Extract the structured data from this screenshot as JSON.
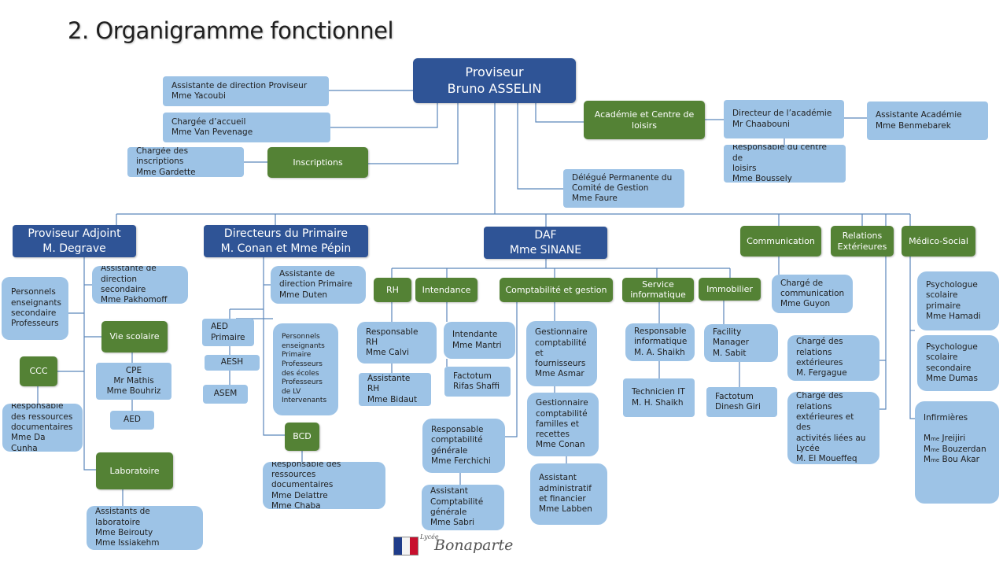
{
  "title": "2. Organigramme fonctionnel",
  "colors": {
    "header": "#2f5496",
    "service": "#548235",
    "person": "#9dc3e6",
    "line": "#5b86ba"
  },
  "boxes": {
    "proviseur": "Proviseur\nBruno ASSELIN",
    "assistante_proviseur": "Assistante de direction Proviseur\nMme Yacoubi",
    "accueil": "Chargée d’accueil\nMme Van Pevenage",
    "inscriptions_person": "Chargée des inscriptions\nMme Gardette",
    "inscriptions": "Inscriptions",
    "academie": "Académie et Centre de\nloisirs",
    "directeur_academie": "Directeur de l’académie\nMr Chaabouni",
    "assistante_academie": "Assistante Académie\nMme Benmebarek",
    "centre_loisirs": "Responsable du centre de\nloisirs\nMme Boussely",
    "delegue": "Délégué Permanente du\nComité de Gestion\nMme Faure",
    "proviseur_adjoint": "Proviseur Adjoint\nM. Degrave",
    "directeurs_primaire": "Directeurs du Primaire\nM. Conan et Mme Pépin",
    "daf": "DAF\nMme SINANE",
    "communication": "Communication",
    "relations_exterieures": "Relations\nExtérieures",
    "medico_social": "Médico-Social",
    "assistante_secondaire": "Assistante de\ndirection secondaire\nMme Pakhomoff",
    "personnels_secondaire": "Personnels\nenseignants\nsecondaire\nProfesseurs",
    "vie_scolaire": "Vie scolaire",
    "ccc": "CCC",
    "cpe": "CPE\nMr Mathis\nMme Bouhriz",
    "aed": "AED",
    "documentaliste_secondaire": "Responsable\ndes ressources\ndocumentaires\nMme Da Cunha",
    "laboratoire": "Laboratoire",
    "assistants_laboratoire": "Assistants de laboratoire\nMme Beirouty\nMme Issiakehm",
    "assistante_primaire": "Assistante de\ndirection Primaire\nMme Duten",
    "aed_primaire": "AED\nPrimaire",
    "aesh": "AESH",
    "asem": "ASEM",
    "personnels_primaire": "Personnels\nenseignants\nPrimaire\nProfesseurs\ndes écoles\nProfesseurs\nde LV\nIntervenants",
    "bcd": "BCD",
    "documentaliste_primaire": "Responsable  des\nressources documentaires\nMme Delattre\nMme Chaba",
    "rh": "RH",
    "intendance": "Intendance",
    "comptabilite": "Comptabilité et gestion",
    "service_informatique": "Service\ninformatique",
    "immobilier": "Immobilier",
    "responsable_rh": "Responsable\nRH\nMme Calvi",
    "assistante_rh": "Assistante RH\nMme Bidaut",
    "intendante": "Intendante\nMme Mantri",
    "factotum_intendance": "Factotum\nRifas Shaffi",
    "gestionnaire_fournisseurs": "Gestionnaire\ncomptabilité\net\nfournisseurs\nMme Asmar",
    "gestionnaire_familles": "Gestionnaire\ncomptabilité\nfamilles et\nrecettes\nMme Conan",
    "responsable_compta": "Responsable\ncomptabilité\ngénérale\nMme Ferchichi",
    "assistant_compta": "Assistant\nComptabilité\ngénérale\nMme Sabri",
    "assistant_admin": "Assistant\nadministratif\net financier\nMme Labben",
    "responsable_informatique": "Responsable\ninformatique\nM. A. Shaikh",
    "technicien": "Technicien IT\nM. H. Shaikh",
    "facility_manager": "Facility\nManager\nM. Sabit",
    "factotum_immobilier": "Factotum\nDinesh Giri",
    "charge_communication": "Chargé de\ncommunication\nMme Guyon",
    "relations_fergague": "Chargé des\nrelations\nextérieures\nM. Fergague",
    "relations_moueffeq": "Chargé des\nrelations\nextérieures et des\nactivités liées au\nLycée\nM. El Moueffeq",
    "psychologue_primaire": "Psychologue\nscolaire\nprimaire\nMme Hamadi",
    "psychologue_secondaire": "Psychologue\nscolaire\nsecondaire\nMme Dumas"
  },
  "infirmieres": {
    "heading": "Infirmières",
    "names": [
      {
        "prefix": "M",
        "suffix": "me",
        "name": " Jreijiri"
      },
      {
        "prefix": "M",
        "suffix": "me",
        "name": " Bouzerdan"
      },
      {
        "prefix": "M",
        "suffix": "me",
        "name": " Bou Akar"
      }
    ]
  },
  "logo": {
    "script_small": "Lycée",
    "script_large": "Bonaparte"
  }
}
